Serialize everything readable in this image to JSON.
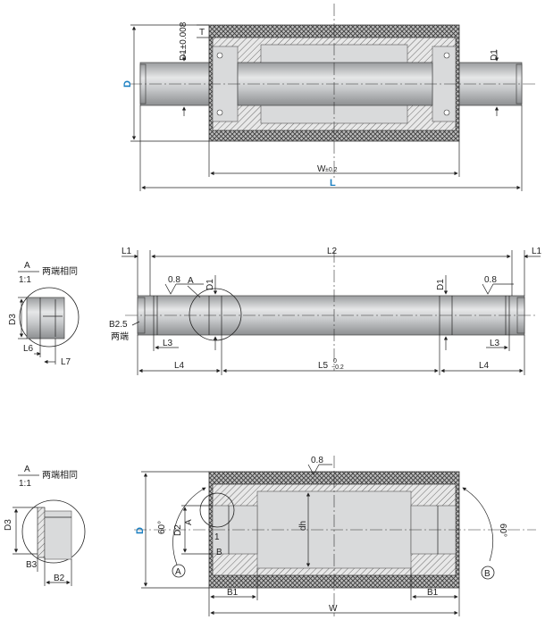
{
  "colors": {
    "accent_label": "#1a7fc1",
    "line": "#222222",
    "shaft": "#c9cbcd",
    "hatch": "#6a6a6a"
  },
  "top_view": {
    "label_D": "D",
    "label_L": "L",
    "label_W": "W",
    "label_W_tol": "±0.2",
    "label_T": "T",
    "label_D1_tol": "D1±0.008",
    "label_D1": "D1"
  },
  "shaft_view": {
    "label_L1_left": "L1",
    "label_L2": "L2",
    "label_L1_right": "L1",
    "label_roughness_1": "0.8",
    "label_A": "A",
    "label_D1_left": "D1",
    "label_D1_right": "D1",
    "label_roughness_2": "0.8",
    "label_B25": "B2.5",
    "label_both_ends": "两端",
    "label_L3_left": "L3",
    "label_L3_right": "L3",
    "label_L4_left": "L4",
    "label_L5": "L5",
    "label_L5_tol_upper": "0",
    "label_L5_tol_lower": "−0.2",
    "label_L4_right": "L4"
  },
  "detail_A1": {
    "label_A": "A",
    "label_scale": "1:1",
    "label_same": "两端相同",
    "label_D3": "D3",
    "label_L6": "L6",
    "label_L7": "L7"
  },
  "bottom_view": {
    "label_roughness": "0.8",
    "label_D": "D",
    "label_60_left": "60°",
    "label_D2": "D2",
    "label_A": "A",
    "label_1": "1",
    "label_B": "B",
    "label_dh": "dh",
    "label_60_right": "60°",
    "label_circle_A": "A",
    "label_circle_B": "B",
    "label_B1_left": "B1",
    "label_B1_right": "B1",
    "label_W": "W"
  },
  "detail_A2": {
    "label_A": "A",
    "label_scale": "1:1",
    "label_same": "两端相同",
    "label_D3": "D3",
    "label_B3": "B3",
    "label_B2": "B2"
  }
}
